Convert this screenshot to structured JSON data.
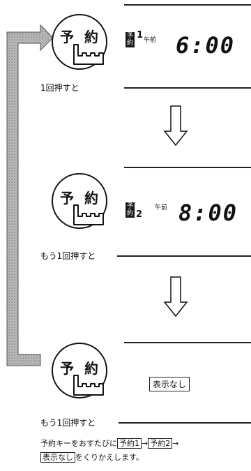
{
  "button": {
    "label": "予 約"
  },
  "steps": [
    {
      "caption": "1回押すと",
      "indicator_top": "予",
      "indicator_bottom": "約",
      "slot": "1",
      "ampm": "午前",
      "time": "6:00"
    },
    {
      "caption": "もう1回押すと",
      "indicator_top": "予",
      "indicator_bottom": "約",
      "slot": "2",
      "ampm": "午前",
      "time": "8:00"
    },
    {
      "caption": "もう1回押すと",
      "display": "表示なし"
    }
  ],
  "footer": {
    "line1_prefix": "予約キーをおすたびに",
    "box1": "予約1",
    "arrow1": "→",
    "box2": "予約2",
    "arrow2": "→",
    "box3": "表示なし",
    "line2_suffix": "をくりかえします。"
  }
}
